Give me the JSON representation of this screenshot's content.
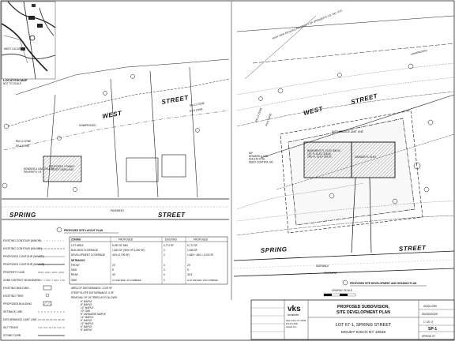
{
  "location_map": {
    "title": "LOCATION MAP",
    "subtitle": "NOT TO SCALE",
    "labels": [
      "WEST LOCATION",
      "SPRING"
    ]
  },
  "layout_plan": {
    "streets": [
      "WEST",
      "STREET",
      "SPRING",
      "STREET"
    ],
    "caption": "PROPOSED SITE LAYOUT PLAN",
    "zone_labels": [
      "RM-12 ZONE",
      "RS-6 ZONE",
      "RM-12 ZONE",
      "RS-6 ZONE"
    ],
    "owner_note": "EDWARD & GAIL SHULTS\nPROPERTY OF",
    "house_label": "PROPOSED 2 FAMILY\n2 STORY DWELLING",
    "misc": [
      "PAVEMENT",
      "UNIMPROVED",
      "SIDEWALK",
      "PROPOSED",
      "STAIRS"
    ]
  },
  "dev_plan": {
    "streets": [
      "WEST",
      "STREET",
      "SPRING",
      "STREET"
    ],
    "caption": "PROPOSED SITE DEVELOPMENT AND GRADING PLAN",
    "top_note": "HIGH VIEW ESTATES PROPERTY OF SPENSER & CO. INC. ETC",
    "zone_labels": [
      "RM-12 ZONE",
      "RS-6 ZONE",
      "RM-12 ZONE"
    ],
    "owner_note": "N/F\nEDWARD & GAIL\nSHULTS ETAL\nDEED CONTROL NO",
    "house_label": "BASEMENT FL ELEV 308.50\n1ST FL ELEV 318.50\n2ND FL ELEV 328.50",
    "garage_label": "GARAGE FL ELEV",
    "misc": [
      "UNIMPROVED",
      "SIDEWALK",
      "PAVEMENT",
      "DISTURBANCE LIMIT LINE",
      "GRAPHIC SCALE"
    ]
  },
  "zoning_table": {
    "title": "ZONING",
    "headers": [
      "",
      "PROPOSED",
      "EXISTING",
      "PROPOSED"
    ],
    "rows": [
      [
        "LOT AREA",
        "6,250 SF MIN",
        "6,772 SF",
        "6,772 SF"
      ],
      [
        "BUILDING COVERAGE",
        "1,840 SF (30% OF 6,250 SF)",
        "0",
        "1,548 SF"
      ],
      [
        "DEVELOPMENT COVERAGE",
        "40% (2,709 SF)",
        "0",
        "1,548 + 484 = 2,032 SF"
      ],
      [
        "SETBACKS",
        "",
        "",
        ""
      ],
      [
        "FRONT",
        "20'",
        "0",
        "20'"
      ],
      [
        "SIDE",
        "5'",
        "0",
        "5'"
      ],
      [
        "REAR",
        "30'",
        "0",
        "34.5'"
      ],
      [
        "SIDE",
        "10' ONE SIDE / 20' COMBINED",
        "0",
        "10.33' ONE SIDE / 20.33' COMBINED"
      ]
    ],
    "notes": [
      "AREA OF DISTURBANCE: 4,375 SF",
      "STEEP SLOPE DISTURBANCE: 0 SF",
      "REMOVAL OF 18 TREES AS FOLLOWS:",
      "6\" MAPLE",
      "8\" MAPLE",
      "12\" MAPLE",
      "10\" OAK",
      "8\" JAPANESE MAPLE",
      "14\" MAPLE",
      "6\" MAPLE",
      "12\" MAPLE",
      "6\" MAPLE",
      "8\" MAPLE"
    ]
  },
  "legend": {
    "items": [
      "EXISTING CONTOUR (MINOR)",
      "EXISTING CONTOUR (MAJOR)",
      "PROPOSED CONTOUR (MINOR)",
      "PROPOSED CONTOUR (MAJOR)",
      "PROPERTY LINE",
      "ZONE DISTRICT BOUNDARY",
      "EXISTING BUILDING",
      "EXISTING TREE",
      "PROPOSED BUILDING",
      "SETBACK LINE",
      "DISTURBANCE LIMIT LINE",
      "SILT FENCE",
      "STONE CURB"
    ]
  },
  "title_block": {
    "firm_logo": "vks",
    "firm_name": "Architects",
    "firm_lines": [
      "Mount Kisco, NY 10549",
      "914-241-3040",
      "vksarch.com"
    ],
    "project_title_1": "PROPOSED SUBDIVISION,",
    "project_title_2": "SITE DEVELOPMENT PLAN",
    "lot": "LOT 67-1, SPRING STREET",
    "town": "MOUNT KISCO NY 10549",
    "job_no": "2020-090",
    "date": "05/30/2020",
    "scale": "1\"=20'-0\"",
    "sheet_no": "SP-1",
    "sheet_label": "SPRING ST",
    "graphic_scale": "GRAPHIC SCALE"
  },
  "colors": {
    "line": "#222222",
    "hatch": "#555555",
    "page": "#ffffff"
  }
}
